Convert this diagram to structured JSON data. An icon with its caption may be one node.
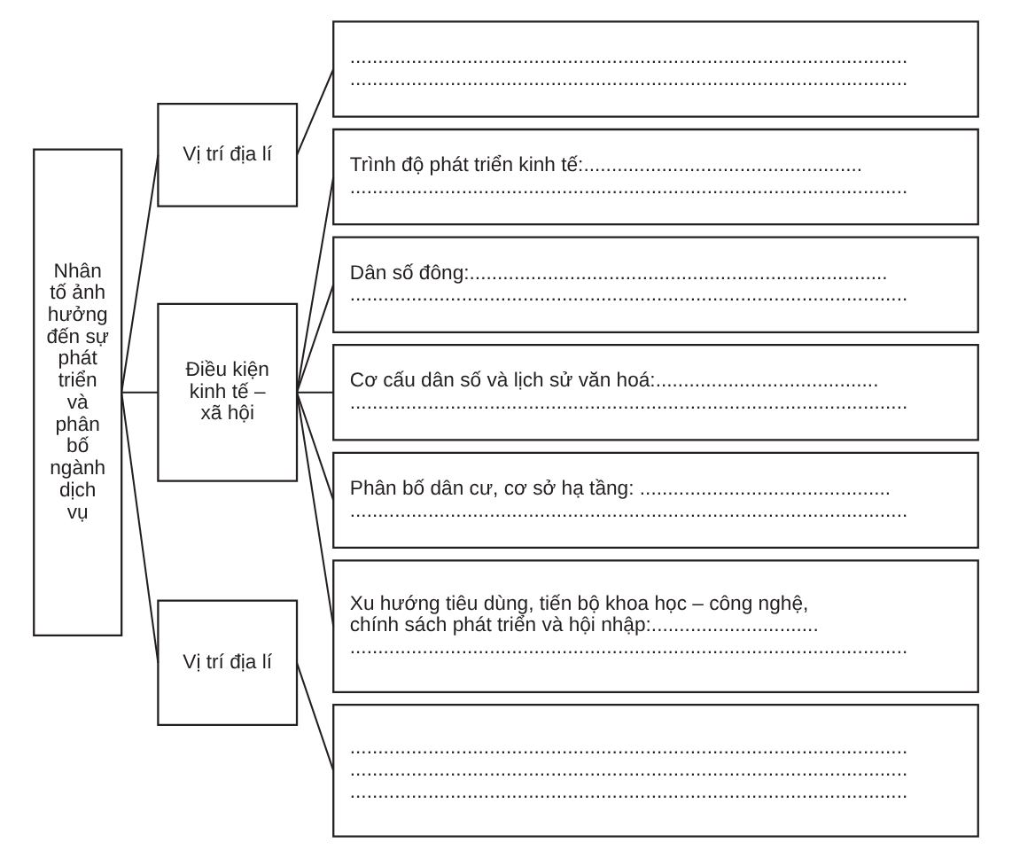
{
  "diagram": {
    "nodes": [
      {
        "text": [
          "Nhân tố ảnh hưởng đến sự phát triển và phân bố ngành dịch vụ"
        ]
      },
      {
        "text": [
          "Vị trí địa lí"
        ]
      },
      {
        "text": [
          "....................................................................................................",
          "...................................................................................................."
        ]
      },
      {
        "text": [
          "Điều kiện kinh tế – xã hội"
        ]
      },
      {
        "text": [
          "Trình độ phát triển kinh tế:..................................................",
          "...................................................................................................."
        ]
      },
      {
        "text": [
          "Dân số đông:...........................................................................",
          "...................................................................................................."
        ]
      },
      {
        "text": [
          "Cơ cấu dân số và lịch sử văn hoá:........................................",
          "...................................................................................................."
        ]
      },
      {
        "text": [
          "Phân bố dân cư, cơ sở hạ tầng: .............................................",
          "...................................................................................................."
        ]
      },
      {
        "text": [
          "Xu hướng tiêu dùng, tiến bộ khoa học – công nghệ, chính sách phát triển và hội nhập:..............................",
          "...................................................................................................."
        ]
      },
      {
        "text": [
          "Vị trí địa lí"
        ]
      },
      {
        "text": [
          "....................................................................................................",
          "....................................................................................................",
          "...................................................................................................."
        ]
      }
    ],
    "edges": [
      {
        "from": 0,
        "to": 1,
        "arrow": "none"
      },
      {
        "from": 0,
        "to": 3,
        "arrow": "none"
      },
      {
        "from": 0,
        "to": 9,
        "arrow": "none"
      },
      {
        "from": 1,
        "to": 2,
        "arrow": "none"
      },
      {
        "from": 3,
        "to": 4,
        "arrow": "none"
      },
      {
        "from": 3,
        "to": 5,
        "arrow": "none"
      },
      {
        "from": 3,
        "to": 6,
        "arrow": "none"
      },
      {
        "from": 3,
        "to": 7,
        "arrow": "none"
      },
      {
        "from": 3,
        "to": 8,
        "arrow": "none"
      },
      {
        "from": 9,
        "to": 10,
        "arrow": "none"
      }
    ]
  }
}
